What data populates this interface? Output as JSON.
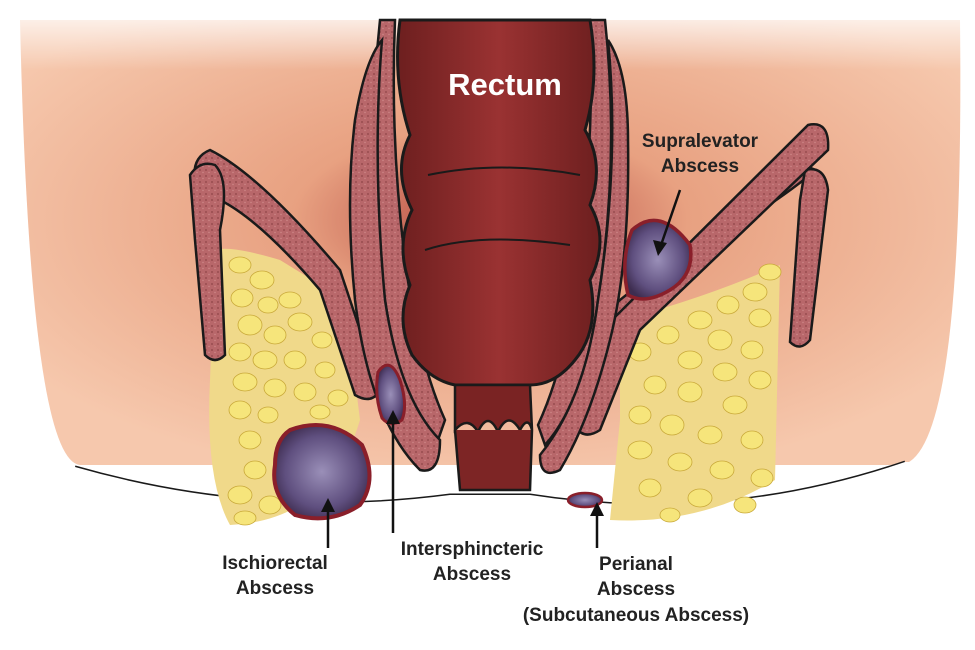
{
  "labels": {
    "rectum": "Rectum",
    "supralevator_1": "Supralevator",
    "supralevator_2": "Abscess",
    "ischiorectal_1": "Ischiorectal",
    "ischiorectal_2": "Abscess",
    "intersphincteric_1": "Intersphincteric",
    "intersphincteric_2": "Abscess",
    "perianal_1": "Perianal",
    "perianal_2": "Abscess",
    "perianal_3": "(Subcutaneous Abscess)"
  },
  "colors": {
    "skin": "#f2b79a",
    "skin_dark": "#e8a181",
    "rectum": "#8a2a2a",
    "muscle": "#b05a5c",
    "fat": "#f4e27a",
    "abscess": "#6b5b8a",
    "outline": "#1a1a1a"
  }
}
